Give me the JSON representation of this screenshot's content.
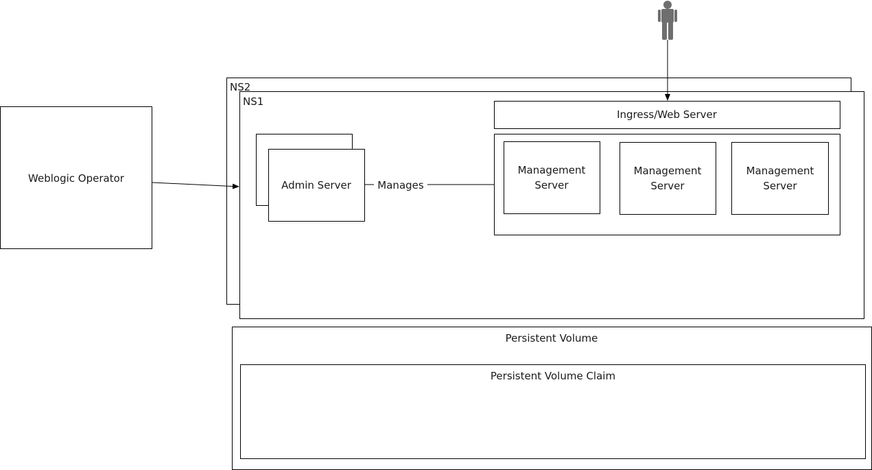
{
  "operator": {
    "label": "Weblogic Operator"
  },
  "namespaces": [
    {
      "label": "NS2"
    },
    {
      "label": "NS1"
    }
  ],
  "admin_server": {
    "label": "Admin Server"
  },
  "manages_label": "Manages",
  "ingress": {
    "label": "Ingress/Web Server"
  },
  "managed_servers": [
    {
      "line1": "Management",
      "line2": "Server"
    },
    {
      "line1": "Management",
      "line2": "Server"
    },
    {
      "line1": "Management",
      "line2": "Server"
    }
  ],
  "persistent_volume": {
    "label": "Persistent Volume"
  },
  "persistent_volume_claim": {
    "label": "Persistent Volume Claim"
  },
  "icons": {
    "user": "person-icon"
  },
  "colors": {
    "person": "#6e6e6e",
    "stroke": "#000000"
  }
}
